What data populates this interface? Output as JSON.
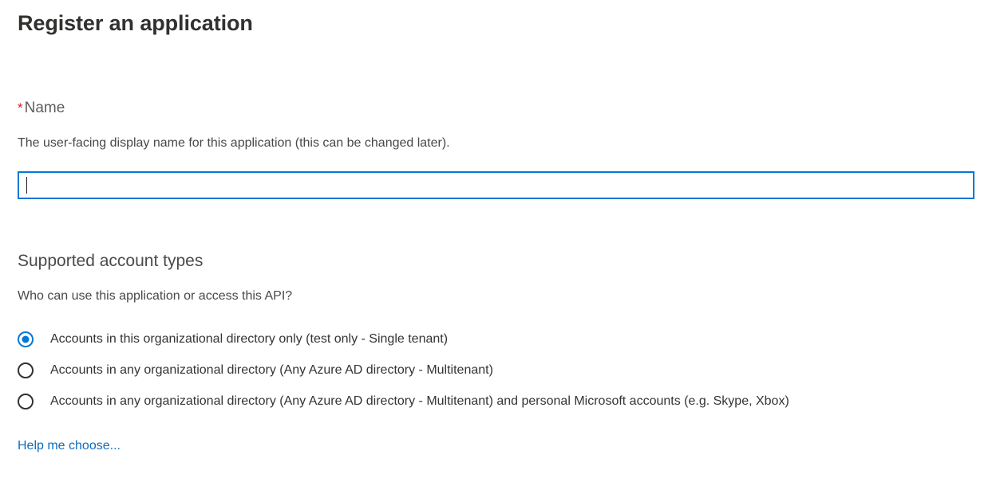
{
  "page": {
    "title": "Register an application",
    "background_color": "#ffffff"
  },
  "name_field": {
    "required_marker": "*",
    "label": "Name",
    "description": "The user-facing display name for this application (this can be changed later).",
    "value": "",
    "placeholder": "",
    "focused": true,
    "border_color": "#0078d4"
  },
  "supported_account_types": {
    "heading": "Supported account types",
    "subtext": "Who can use this application or access this API?",
    "selected_index": 0,
    "accent_color": "#0078d4",
    "options": [
      {
        "label": "Accounts in this organizational directory only (test only - Single tenant)",
        "selected": true
      },
      {
        "label": "Accounts in any organizational directory (Any Azure AD directory - Multitenant)",
        "selected": false
      },
      {
        "label": "Accounts in any organizational directory (Any Azure AD directory - Multitenant) and personal Microsoft accounts (e.g. Skype, Xbox)",
        "selected": false
      }
    ]
  },
  "help_link": {
    "label": "Help me choose...",
    "color": "#0f6cbd"
  }
}
